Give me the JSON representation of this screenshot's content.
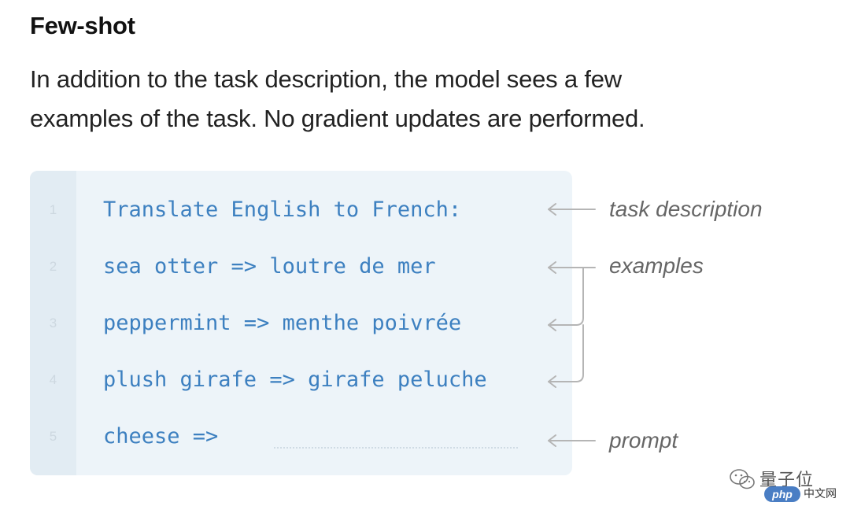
{
  "section": {
    "title": "Few-shot",
    "description_lines": [
      "In addition to the task description, the model sees a few",
      "examples of the task. No gradient updates are performed."
    ]
  },
  "code": {
    "lines": [
      {
        "number": "1",
        "text": "Translate English to French:"
      },
      {
        "number": "2",
        "text": "sea otter => loutre de mer"
      },
      {
        "number": "3",
        "text": "peppermint => menthe poivrée"
      },
      {
        "number": "4",
        "text": "plush girafe => girafe peluche"
      },
      {
        "number": "5",
        "text": "cheese =>"
      }
    ]
  },
  "annotations": {
    "task_description": "task description",
    "examples": "examples",
    "prompt": "prompt"
  },
  "watermark": {
    "brand": "量子位",
    "badge": "php",
    "site": "中文网"
  },
  "colors": {
    "code_text": "#3d80c0",
    "code_bg": "#edf4f9",
    "gutter_bg": "#e2ecf3",
    "annotation_text": "#666666",
    "arrow": "#b5b5b5"
  }
}
